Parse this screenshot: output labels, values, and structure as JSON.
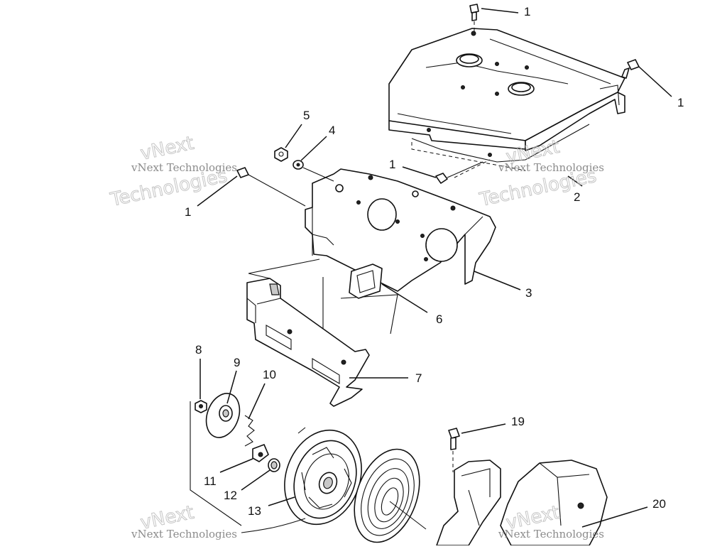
{
  "callouts": [
    {
      "id": "c1a",
      "label": "1"
    },
    {
      "id": "c1b",
      "label": "1"
    },
    {
      "id": "c1c",
      "label": "1"
    },
    {
      "id": "c1d",
      "label": "1"
    },
    {
      "id": "c2",
      "label": "2"
    },
    {
      "id": "c3",
      "label": "3"
    },
    {
      "id": "c4",
      "label": "4"
    },
    {
      "id": "c5",
      "label": "5"
    },
    {
      "id": "c6",
      "label": "6"
    },
    {
      "id": "c7",
      "label": "7"
    },
    {
      "id": "c8",
      "label": "8"
    },
    {
      "id": "c9",
      "label": "9"
    },
    {
      "id": "c10",
      "label": "10"
    },
    {
      "id": "c11",
      "label": "11"
    },
    {
      "id": "c12",
      "label": "12"
    },
    {
      "id": "c13",
      "label": "13"
    },
    {
      "id": "c19",
      "label": "19"
    },
    {
      "id": "c20",
      "label": "20"
    }
  ],
  "watermark": {
    "line1": "vNext Technologies",
    "big1": "vNext",
    "big2": "Technologies"
  }
}
